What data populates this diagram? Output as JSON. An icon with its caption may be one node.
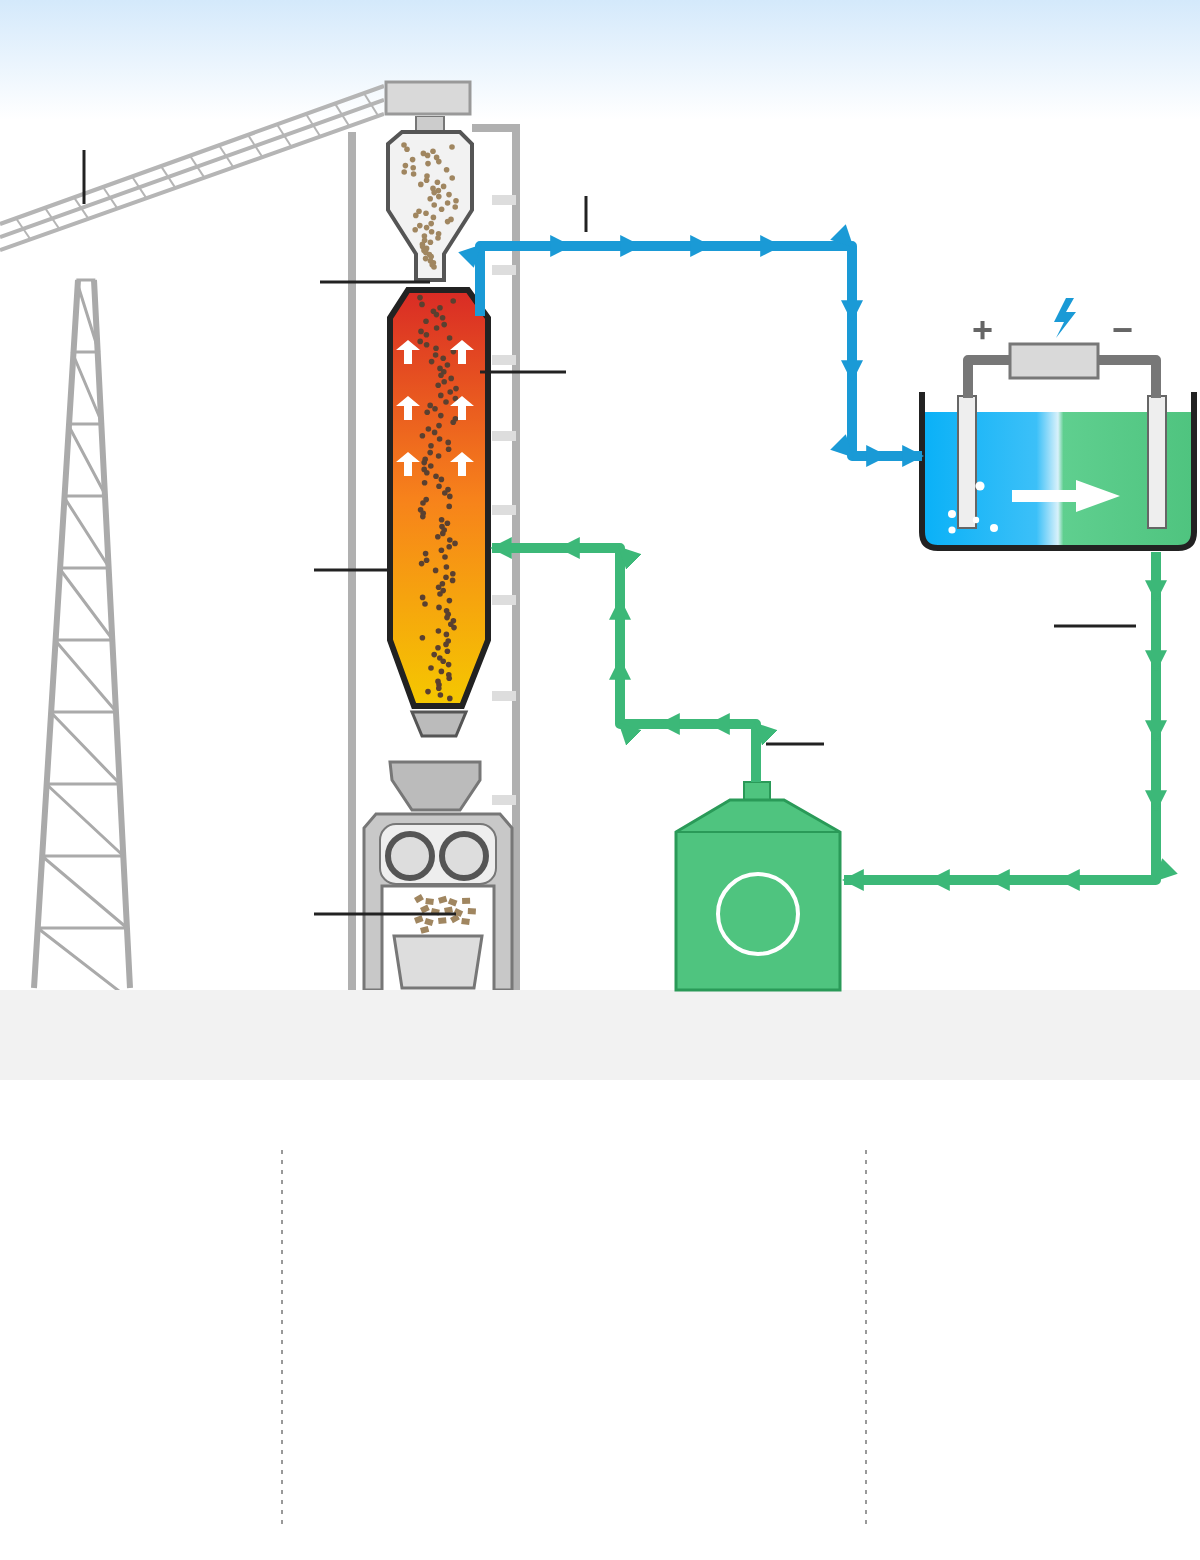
{
  "diagram": {
    "nodes": [
      {
        "text": [],
        "shape": "picture"
      },
      {
        "text": [],
        "shape": "picture"
      },
      {
        "text": [],
        "shape": "picture"
      },
      {
        "text": [],
        "shape": "picture"
      },
      {
        "text": [],
        "shape": "box"
      },
      {
        "text": [],
        "shape": "picture"
      },
      {
        "text": [],
        "shape": "box",
        "in": 5
      },
      {
        "text": [],
        "shape": "picture"
      }
    ],
    "edges": [
      {
        "from": 2,
        "to": 3,
        "arrow": "to",
        "style": "thick",
        "color": "#1a9ad6"
      },
      {
        "from": 3,
        "to": 7,
        "arrow": "to",
        "style": "thick",
        "color": "#3cb878"
      },
      {
        "from": 7,
        "to": 2,
        "arrow": "to",
        "style": "thick",
        "color": "#3cb878"
      },
      {
        "from": null,
        "to": 0,
        "arrow": "none"
      },
      {
        "from": null,
        "to": 1,
        "arrow": "none"
      },
      {
        "from": null,
        "to": 2,
        "arrow": "none"
      },
      {
        "from": null,
        "to": 2,
        "arrow": "none"
      },
      {
        "from": null,
        "to": 5,
        "arrow": "none"
      },
      {
        "from": 4,
        "to": 3,
        "arrow": "none",
        "style": "thick",
        "color": "#777777"
      },
      {
        "from": 4,
        "to": 3,
        "arrow": "none",
        "style": "thick",
        "color": "#777777"
      }
    ],
    "labels": [
      "+",
      "−"
    ]
  }
}
